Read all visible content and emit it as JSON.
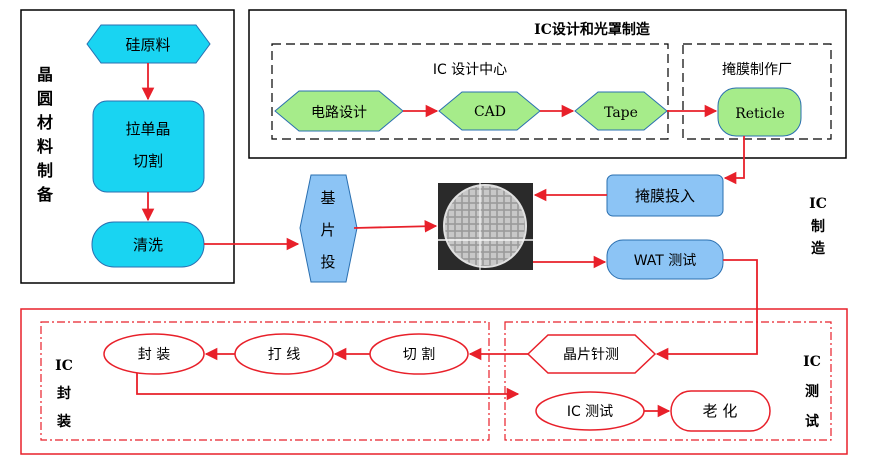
{
  "materials": {
    "title_chars": [
      "晶",
      "圆",
      "材",
      "料",
      "制",
      "备"
    ],
    "raw": "硅原料",
    "pull_line1": "拉单晶",
    "pull_line2": "切割",
    "clean": "清洗"
  },
  "design": {
    "title": "IC设计和光罩制造",
    "center_title": "IC 设计中心",
    "circuit": "电路设计",
    "cad": "CAD",
    "tape": "Tape",
    "mask_factory_title": "掩膜制作厂",
    "reticle": "Reticle"
  },
  "fab": {
    "substrate_chars": [
      "基",
      "片",
      "投"
    ],
    "mask_input": "掩膜投入",
    "wat": "WAT 测试",
    "ic_label": "IC",
    "mfg_chars": [
      "制",
      "造"
    ]
  },
  "package": {
    "ic_label": "IC",
    "chars": [
      "封",
      "装"
    ],
    "seal": "封 装",
    "wire": "打 线",
    "cut": "切 割"
  },
  "test": {
    "ic_label": "IC",
    "chars": [
      "测",
      "试"
    ],
    "probe": "晶片针测",
    "ic_test": "IC 测试",
    "aging": "老 化"
  },
  "colors": {
    "cyan_fill": "#19d4f2",
    "blue_fill": "#8cc4f5",
    "green_fill": "#a6ec8a",
    "arrow": "#e8202a"
  }
}
